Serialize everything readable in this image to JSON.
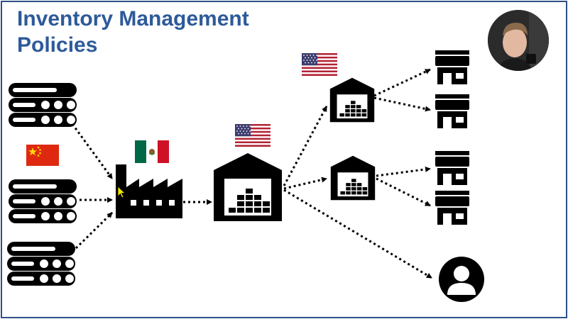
{
  "slide": {
    "title_lines": [
      "Inventory Management",
      "Policies"
    ]
  },
  "diagram": {
    "nodes": [
      {
        "id": "supplier-1",
        "icon": "supplier-rolls-icon"
      },
      {
        "id": "supplier-2",
        "icon": "supplier-rolls-icon"
      },
      {
        "id": "supplier-3",
        "icon": "supplier-rolls-icon"
      },
      {
        "id": "factory",
        "icon": "factory-icon"
      },
      {
        "id": "central-warehouse",
        "icon": "warehouse-icon"
      },
      {
        "id": "regional-warehouse-1",
        "icon": "warehouse-icon"
      },
      {
        "id": "regional-warehouse-2",
        "icon": "warehouse-icon"
      },
      {
        "id": "store-1",
        "icon": "store-icon"
      },
      {
        "id": "store-2",
        "icon": "store-icon"
      },
      {
        "id": "store-3",
        "icon": "store-icon"
      },
      {
        "id": "store-4",
        "icon": "store-icon"
      },
      {
        "id": "customer",
        "icon": "customer-icon"
      }
    ],
    "flags": [
      {
        "country": "China",
        "icon": "china-flag-icon"
      },
      {
        "country": "Mexico",
        "icon": "mexico-flag-icon"
      },
      {
        "country": "USA",
        "icon": "usa-flag-icon"
      },
      {
        "country": "USA",
        "icon": "usa-flag-icon"
      }
    ],
    "edges": [
      [
        "supplier-1",
        "factory"
      ],
      [
        "supplier-2",
        "factory"
      ],
      [
        "supplier-3",
        "factory"
      ],
      [
        "factory",
        "central-warehouse"
      ],
      [
        "central-warehouse",
        "regional-warehouse-1"
      ],
      [
        "central-warehouse",
        "regional-warehouse-2"
      ],
      [
        "central-warehouse",
        "customer"
      ],
      [
        "regional-warehouse-1",
        "store-1"
      ],
      [
        "regional-warehouse-1",
        "store-2"
      ],
      [
        "regional-warehouse-2",
        "store-3"
      ],
      [
        "regional-warehouse-2",
        "store-4"
      ]
    ],
    "colors": {
      "icon": "#000000",
      "title": "#2d5a9a",
      "frame": "#2f4f88"
    }
  },
  "overlays": {
    "webcam": "presenter-webcam",
    "cursor": "mouse-cursor-icon"
  }
}
